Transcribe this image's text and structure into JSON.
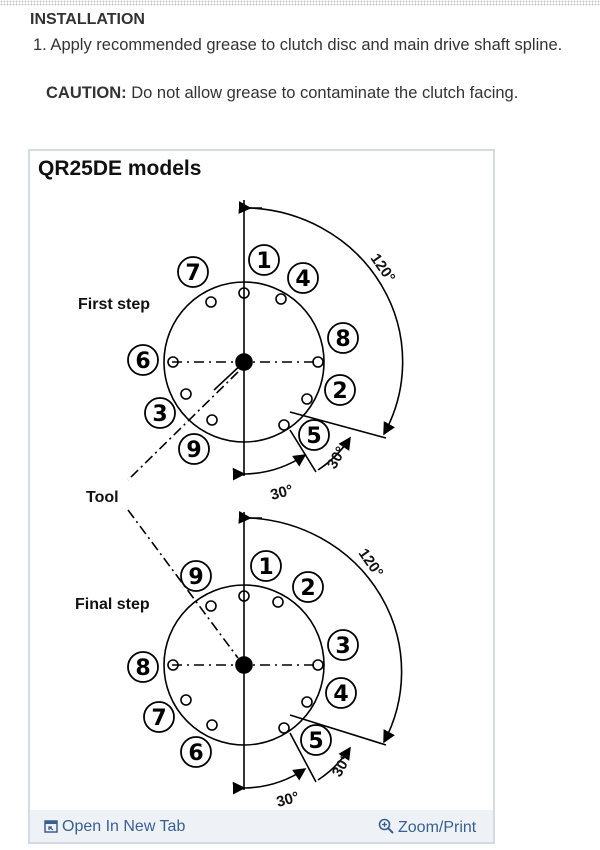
{
  "section_heading": "INSTALLATION",
  "step1": "1. Apply recommended grease to clutch disc and main drive shaft spline.",
  "caution": {
    "label": "CAUTION:",
    "text": " Do not allow grease to contaminate the clutch facing."
  },
  "figure": {
    "title": "QR25DE models",
    "first_step_label": "First step",
    "final_step_label": "Final step",
    "tool_label": "Tool",
    "angle_120": "120°",
    "angle_30": "30°",
    "first_step_order": [
      "1",
      "2",
      "3",
      "4",
      "5",
      "6",
      "7",
      "8",
      "9"
    ],
    "final_step_order": [
      "1",
      "2",
      "3",
      "4",
      "5",
      "6",
      "7",
      "8",
      "9"
    ]
  },
  "footer": {
    "open_new_tab": "Open In New Tab",
    "zoom_print": "Zoom/Print"
  },
  "colors": {
    "link": "#3a5f8f",
    "footer_bg": "#eef2f7",
    "frame": "#d5dbe3"
  },
  "icons": [
    "open-new-tab-icon",
    "zoom-icon"
  ]
}
